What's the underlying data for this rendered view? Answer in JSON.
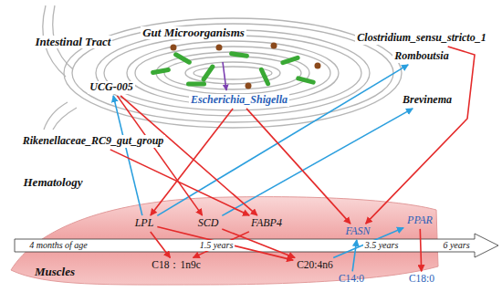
{
  "diagram": {
    "nodes": [
      {
        "text": [
          "Clostridium_sensu_stricto_1"
        ]
      },
      {
        "text": [
          "Romboutsia"
        ]
      },
      {
        "text": [
          "UCG-005"
        ]
      },
      {
        "text": [
          "Escherichia_Shigella"
        ]
      },
      {
        "text": [
          "Brevinema"
        ]
      },
      {
        "text": [
          "Rikenellaceae_RC9_gut_group"
        ]
      },
      {
        "text": [
          "LPL"
        ]
      },
      {
        "text": [
          "SCD"
        ]
      },
      {
        "text": [
          "FABP4"
        ]
      },
      {
        "text": [
          "FASN"
        ]
      },
      {
        "text": [
          "PPAR"
        ]
      },
      {
        "text": [
          "C18：1n9c"
        ]
      },
      {
        "text": [
          "C20:4n6"
        ]
      },
      {
        "text": [
          "C14:0"
        ]
      },
      {
        "text": [
          "C18:0"
        ]
      }
    ],
    "edges": [
      {
        "from": 6,
        "to": 2,
        "arrow": "to"
      },
      {
        "from": 6,
        "to": 1,
        "arrow": "to"
      },
      {
        "from": 7,
        "to": 4,
        "arrow": "to"
      },
      {
        "from": 0,
        "to": 9,
        "arrow": "to"
      },
      {
        "from": 2,
        "to": 7,
        "arrow": "to"
      },
      {
        "from": 2,
        "to": 8,
        "arrow": "to"
      },
      {
        "from": 5,
        "to": 8,
        "arrow": "to"
      },
      {
        "from": 3,
        "to": 6,
        "arrow": "to"
      },
      {
        "from": 3,
        "to": 9,
        "arrow": "to"
      },
      {
        "from": 6,
        "to": 11,
        "arrow": "to"
      },
      {
        "from": 6,
        "to": 12,
        "arrow": "to"
      },
      {
        "from": 7,
        "to": 12,
        "arrow": "to"
      },
      {
        "from": 8,
        "to": 11,
        "arrow": "to"
      },
      {
        "from": 12,
        "to": 10,
        "arrow": "to"
      },
      {
        "from": 13,
        "to": 9,
        "arrow": "to"
      },
      {
        "from": 10,
        "to": 14,
        "arrow": "to"
      }
    ],
    "labels": [
      "Intestinal Tract",
      "Gut Microorganisms",
      "Hematology",
      "4 months of age",
      "1.5 years",
      "3.5 years",
      "6 years",
      "Muscles"
    ]
  }
}
